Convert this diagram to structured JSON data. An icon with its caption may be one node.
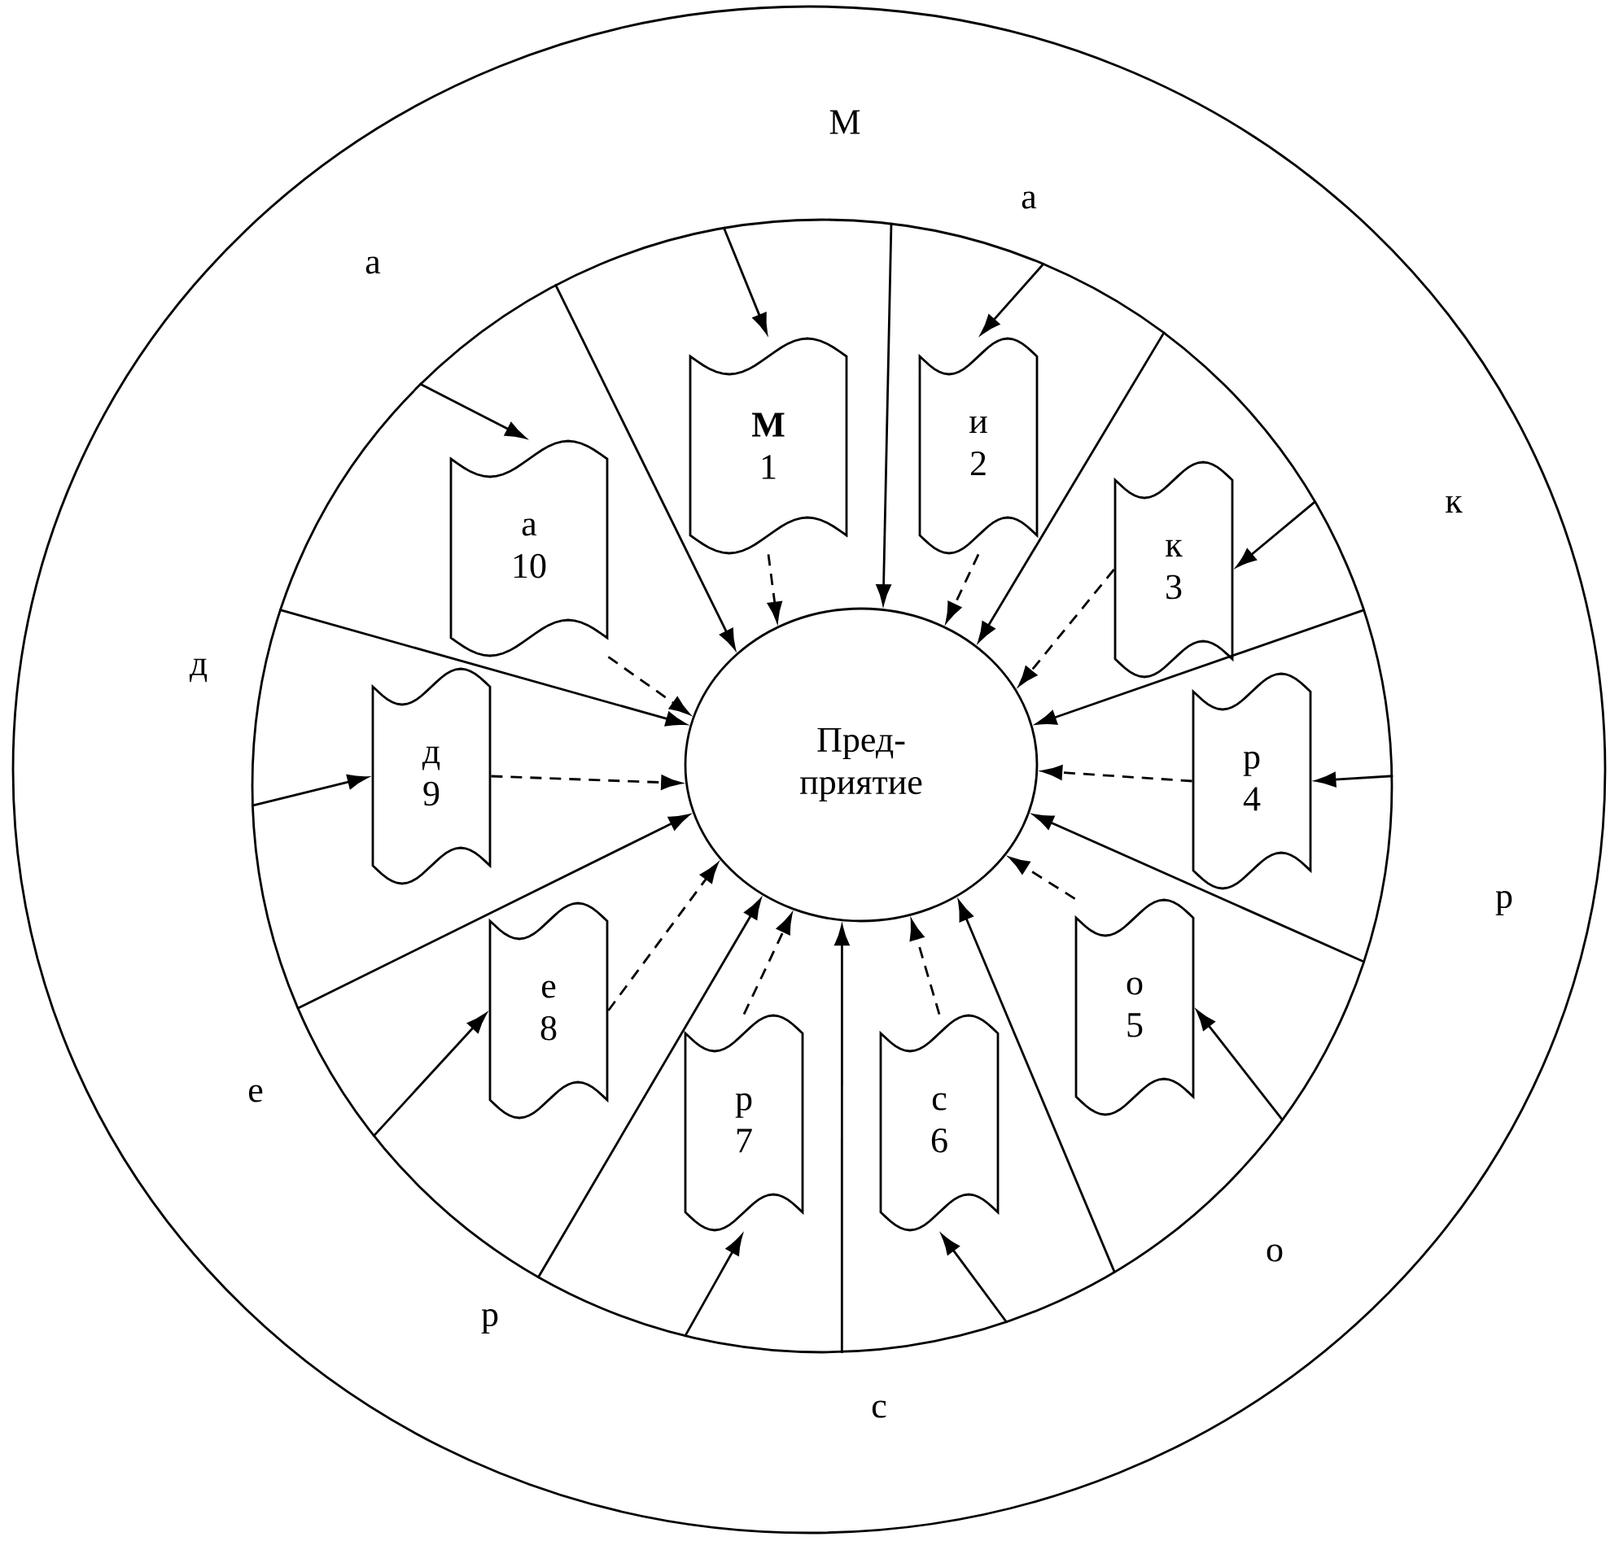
{
  "diagram": {
    "nodes": [
      {
        "text": [
          "М",
          "а",
          "к",
          "р",
          "о",
          "с",
          "р",
          "е",
          "д",
          "а"
        ]
      },
      {
        "text": [],
        "shape": "circle",
        "in": 0
      },
      {
        "text": [
          "М",
          "1"
        ],
        "in": 1
      },
      {
        "text": [
          "и",
          "2"
        ],
        "in": 1
      },
      {
        "text": [
          "к",
          "3"
        ],
        "in": 1
      },
      {
        "text": [
          "р",
          "4"
        ],
        "in": 1
      },
      {
        "text": [
          "о",
          "5"
        ],
        "in": 1
      },
      {
        "text": [
          "с",
          "6"
        ],
        "in": 1
      },
      {
        "text": [
          "р",
          "7"
        ],
        "in": 1
      },
      {
        "text": [
          "е",
          "8"
        ],
        "in": 1
      },
      {
        "text": [
          "д",
          "9"
        ],
        "in": 1
      },
      {
        "text": [
          "а",
          "10"
        ],
        "in": 1
      },
      {
        "text": [
          "Пред- приятие"
        ],
        "in": 1
      }
    ],
    "edges": [
      {
        "from": 1,
        "to": 12,
        "arrow": "to"
      },
      {
        "from": 1,
        "to": 12,
        "arrow": "to"
      },
      {
        "from": 1,
        "to": 12,
        "arrow": "to"
      },
      {
        "from": 1,
        "to": 12,
        "arrow": "to"
      },
      {
        "from": 1,
        "to": 12,
        "arrow": "to"
      },
      {
        "from": 1,
        "to": 12,
        "arrow": "to"
      },
      {
        "from": 1,
        "to": 12,
        "arrow": "to"
      },
      {
        "from": 1,
        "to": 12,
        "arrow": "to"
      },
      {
        "from": 1,
        "to": 12,
        "arrow": "to"
      },
      {
        "from": 1,
        "to": 12,
        "arrow": "to"
      },
      {
        "from": 1,
        "to": 2,
        "arrow": "to"
      },
      {
        "from": 1,
        "to": 3,
        "arrow": "to"
      },
      {
        "from": 1,
        "to": 4,
        "arrow": "to"
      },
      {
        "from": 1,
        "to": 5,
        "arrow": "to"
      },
      {
        "from": 1,
        "to": 6,
        "arrow": "to"
      },
      {
        "from": 1,
        "to": 7,
        "arrow": "to"
      },
      {
        "from": 1,
        "to": 8,
        "arrow": "to"
      },
      {
        "from": 1,
        "to": 9,
        "arrow": "to"
      },
      {
        "from": 1,
        "to": 10,
        "arrow": "to"
      },
      {
        "from": 1,
        "to": 11,
        "arrow": "to"
      },
      {
        "from": 2,
        "to": 12,
        "arrow": "to",
        "style": "dashed"
      },
      {
        "from": 3,
        "to": 12,
        "arrow": "to",
        "style": "dashed"
      },
      {
        "from": 4,
        "to": 12,
        "arrow": "to",
        "style": "dashed"
      },
      {
        "from": 5,
        "to": 12,
        "arrow": "to",
        "style": "dashed"
      },
      {
        "from": 6,
        "to": 12,
        "arrow": "to",
        "style": "dashed"
      },
      {
        "from": 7,
        "to": 12,
        "arrow": "to",
        "style": "dashed"
      },
      {
        "from": 8,
        "to": 12,
        "arrow": "to",
        "style": "dashed"
      },
      {
        "from": 9,
        "to": 12,
        "arrow": "to",
        "style": "dashed"
      },
      {
        "from": 10,
        "to": 12,
        "arrow": "to",
        "style": "dashed"
      },
      {
        "from": 11,
        "to": 12,
        "arrow": "to",
        "style": "dashed"
      }
    ]
  }
}
